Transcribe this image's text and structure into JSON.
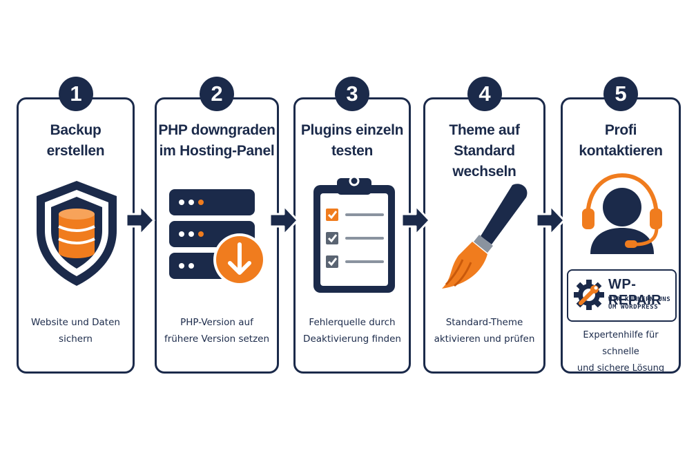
{
  "colors": {
    "navy": "#1b2a4a",
    "orange": "#f07c1e",
    "gray": "#5a6472",
    "white": "#ffffff"
  },
  "steps": [
    {
      "number": "1",
      "title_line1": "Backup",
      "title_line2": "erstellen",
      "desc_line1": "Website und Daten",
      "desc_line2": "sichern",
      "icon": "shield-database-icon"
    },
    {
      "number": "2",
      "title_line1": "PHP downgraden",
      "title_line2": "im Hosting-Panel",
      "desc_line1": "PHP-Version auf",
      "desc_line2": "frühere Version setzen",
      "icon": "server-download-icon"
    },
    {
      "number": "3",
      "title_line1": "Plugins einzeln",
      "title_line2": "testen",
      "desc_line1": "Fehlerquelle durch",
      "desc_line2": "Deaktivierung finden",
      "icon": "clipboard-checklist-icon"
    },
    {
      "number": "4",
      "title_line1": "Theme auf",
      "title_line2": "Standard wechseln",
      "desc_line1": "Standard-Theme",
      "desc_line2": "aktivieren und prüfen",
      "icon": "paintbrush-icon"
    },
    {
      "number": "5",
      "title_line1": "Profi",
      "title_line2": "kontaktieren",
      "desc_line1": "Expertenhilfe für schnelle",
      "desc_line2": "und sichere Lösung",
      "icon": "support-headset-icon"
    }
  ],
  "logo": {
    "name": "WP-REPAIR",
    "tagline_line1": "WIR KÜMMERN UNS",
    "tagline_line2": "UM WORDPRESS",
    "icon": "gear-wrench-icon"
  }
}
